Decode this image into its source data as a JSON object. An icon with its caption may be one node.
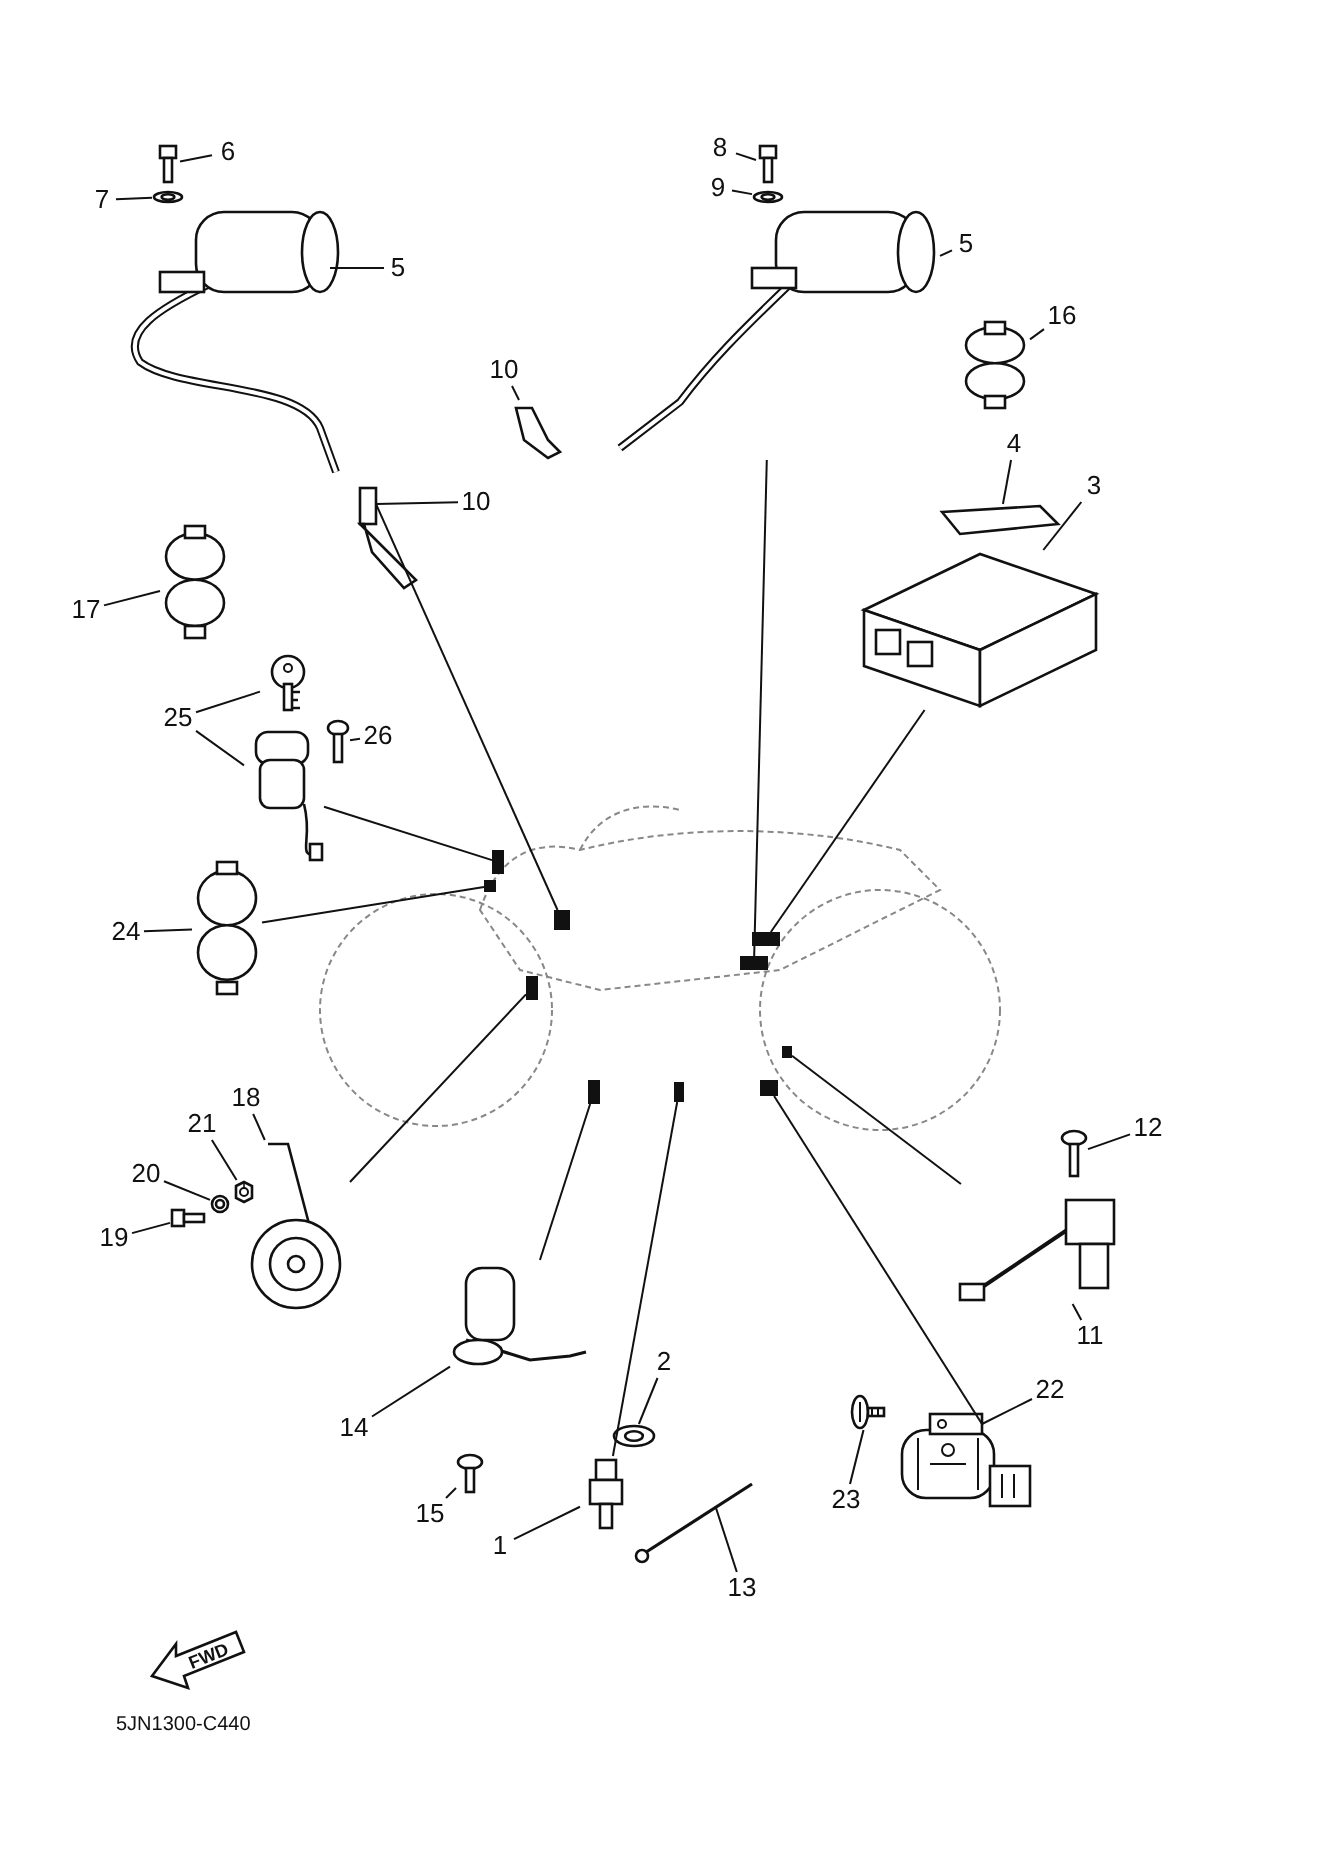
{
  "diagram": {
    "nodes": [
      {
        "text": [
          "6"
        ]
      },
      {
        "text": [],
        "shape": "picture"
      },
      {
        "text": [
          "7"
        ]
      },
      {
        "text": [],
        "shape": "picture"
      },
      {
        "text": [
          "5"
        ]
      },
      {
        "text": [],
        "shape": "picture"
      },
      {
        "text": [
          "8"
        ]
      },
      {
        "text": [],
        "shape": "picture"
      },
      {
        "text": [
          "9"
        ]
      },
      {
        "text": [],
        "shape": "picture"
      },
      {
        "text": [
          "5"
        ]
      },
      {
        "text": [],
        "shape": "picture"
      },
      {
        "text": [
          "10"
        ]
      },
      {
        "text": [],
        "shape": "picture"
      },
      {
        "text": [
          "10"
        ]
      },
      {
        "text": [],
        "shape": "picture"
      },
      {
        "text": [
          "16"
        ]
      },
      {
        "text": [],
        "shape": "picture"
      },
      {
        "text": [
          "4"
        ]
      },
      {
        "text": [],
        "shape": "picture"
      },
      {
        "text": [
          "3"
        ]
      },
      {
        "text": [],
        "shape": "picture"
      },
      {
        "text": [
          "17"
        ]
      },
      {
        "text": [],
        "shape": "picture"
      },
      {
        "text": [
          "25"
        ]
      },
      {
        "text": [],
        "shape": "picture"
      },
      {
        "text": [],
        "shape": "picture"
      },
      {
        "text": [
          "26"
        ]
      },
      {
        "text": [],
        "shape": "picture"
      },
      {
        "text": [
          "24"
        ]
      },
      {
        "text": [],
        "shape": "picture"
      },
      {
        "text": [
          "18"
        ]
      },
      {
        "text": [],
        "shape": "picture"
      },
      {
        "text": [
          "21"
        ]
      },
      {
        "text": [],
        "shape": "picture"
      },
      {
        "text": [
          "20"
        ]
      },
      {
        "text": [],
        "shape": "picture"
      },
      {
        "text": [
          "19"
        ]
      },
      {
        "text": [],
        "shape": "picture"
      },
      {
        "text": [
          "12"
        ]
      },
      {
        "text": [],
        "shape": "picture"
      },
      {
        "text": [
          "11"
        ]
      },
      {
        "text": [],
        "shape": "picture"
      },
      {
        "text": [
          "14"
        ]
      },
      {
        "text": [],
        "shape": "picture"
      },
      {
        "text": [
          "2"
        ]
      },
      {
        "text": [],
        "shape": "picture"
      },
      {
        "text": [
          "15"
        ]
      },
      {
        "text": [],
        "shape": "picture"
      },
      {
        "text": [
          "22"
        ]
      },
      {
        "text": [],
        "shape": "picture"
      },
      {
        "text": [
          "23"
        ]
      },
      {
        "text": [],
        "shape": "picture"
      },
      {
        "text": [
          "1"
        ]
      },
      {
        "text": [],
        "shape": "picture"
      },
      {
        "text": [
          "13"
        ]
      },
      {
        "text": [],
        "shape": "picture"
      },
      {
        "text": [],
        "shape": "picture"
      },
      {
        "text": [],
        "shape": "box",
        "in": 57
      },
      {
        "text": [],
        "shape": "box",
        "in": 57
      },
      {
        "text": [],
        "shape": "box",
        "in": 57
      },
      {
        "text": [],
        "shape": "box",
        "in": 57
      },
      {
        "text": [],
        "shape": "box",
        "in": 57
      },
      {
        "text": [],
        "shape": "box",
        "in": 57
      },
      {
        "text": [],
        "shape": "box",
        "in": 57
      },
      {
        "text": [],
        "shape": "box",
        "in": 57
      },
      {
        "text": [],
        "shape": "box",
        "in": 57
      },
      {
        "text": [],
        "shape": "box",
        "in": 57
      }
    ],
    "edges": [
      {
        "from": 0,
        "to": 1,
        "arrow": "none"
      },
      {
        "from": 2,
        "to": 3,
        "arrow": "none"
      },
      {
        "from": 4,
        "to": 5,
        "arrow": "none"
      },
      {
        "from": 6,
        "to": 7,
        "arrow": "none"
      },
      {
        "from": 8,
        "to": 9,
        "arrow": "none"
      },
      {
        "from": 10,
        "to": 11,
        "arrow": "none"
      },
      {
        "from": 12,
        "to": 13,
        "arrow": "none"
      },
      {
        "from": 14,
        "to": 15,
        "arrow": "none"
      },
      {
        "from": 16,
        "to": 17,
        "arrow": "none"
      },
      {
        "from": 18,
        "to": 19,
        "arrow": "none"
      },
      {
        "from": 20,
        "to": 21,
        "arrow": "none"
      },
      {
        "from": 22,
        "to": 23,
        "arrow": "none"
      },
      {
        "from": 24,
        "to": 25,
        "arrow": "none"
      },
      {
        "from": 24,
        "to": 26,
        "arrow": "none"
      },
      {
        "from": 27,
        "to": 28,
        "arrow": "none"
      },
      {
        "from": 29,
        "to": 30,
        "arrow": "none"
      },
      {
        "from": 31,
        "to": 32,
        "arrow": "none"
      },
      {
        "from": 33,
        "to": 34,
        "arrow": "none"
      },
      {
        "from": 35,
        "to": 36,
        "arrow": "none"
      },
      {
        "from": 37,
        "to": 38,
        "arrow": "none"
      },
      {
        "from": 39,
        "to": 40,
        "arrow": "none"
      },
      {
        "from": 41,
        "to": 42,
        "arrow": "none"
      },
      {
        "from": 43,
        "to": 44,
        "arrow": "none"
      },
      {
        "from": 45,
        "to": 46,
        "arrow": "none"
      },
      {
        "from": 47,
        "to": 48,
        "arrow": "none"
      },
      {
        "from": 49,
        "to": 50,
        "arrow": "none"
      },
      {
        "from": 51,
        "to": 52,
        "arrow": "none"
      },
      {
        "from": 53,
        "to": 54,
        "arrow": "none"
      },
      {
        "from": 55,
        "to": 56,
        "arrow": "none"
      },
      {
        "from": 15,
        "to": 58,
        "arrow": "none"
      },
      {
        "from": 11,
        "to": 59,
        "arrow": "none"
      },
      {
        "from": 21,
        "to": 60,
        "arrow": "none"
      },
      {
        "from": 26,
        "to": 61,
        "arrow": "none"
      },
      {
        "from": 30,
        "to": 62,
        "arrow": "none"
      },
      {
        "from": 32,
        "to": 63,
        "arrow": "none"
      },
      {
        "from": 44,
        "to": 64,
        "arrow": "none"
      },
      {
        "from": 54,
        "to": 65,
        "arrow": "none"
      },
      {
        "from": 50,
        "to": 66,
        "arrow": "none"
      },
      {
        "from": 42,
        "to": 67,
        "arrow": "none"
      }
    ],
    "labels": [
      "FWD",
      "5JN1300-C440"
    ]
  }
}
